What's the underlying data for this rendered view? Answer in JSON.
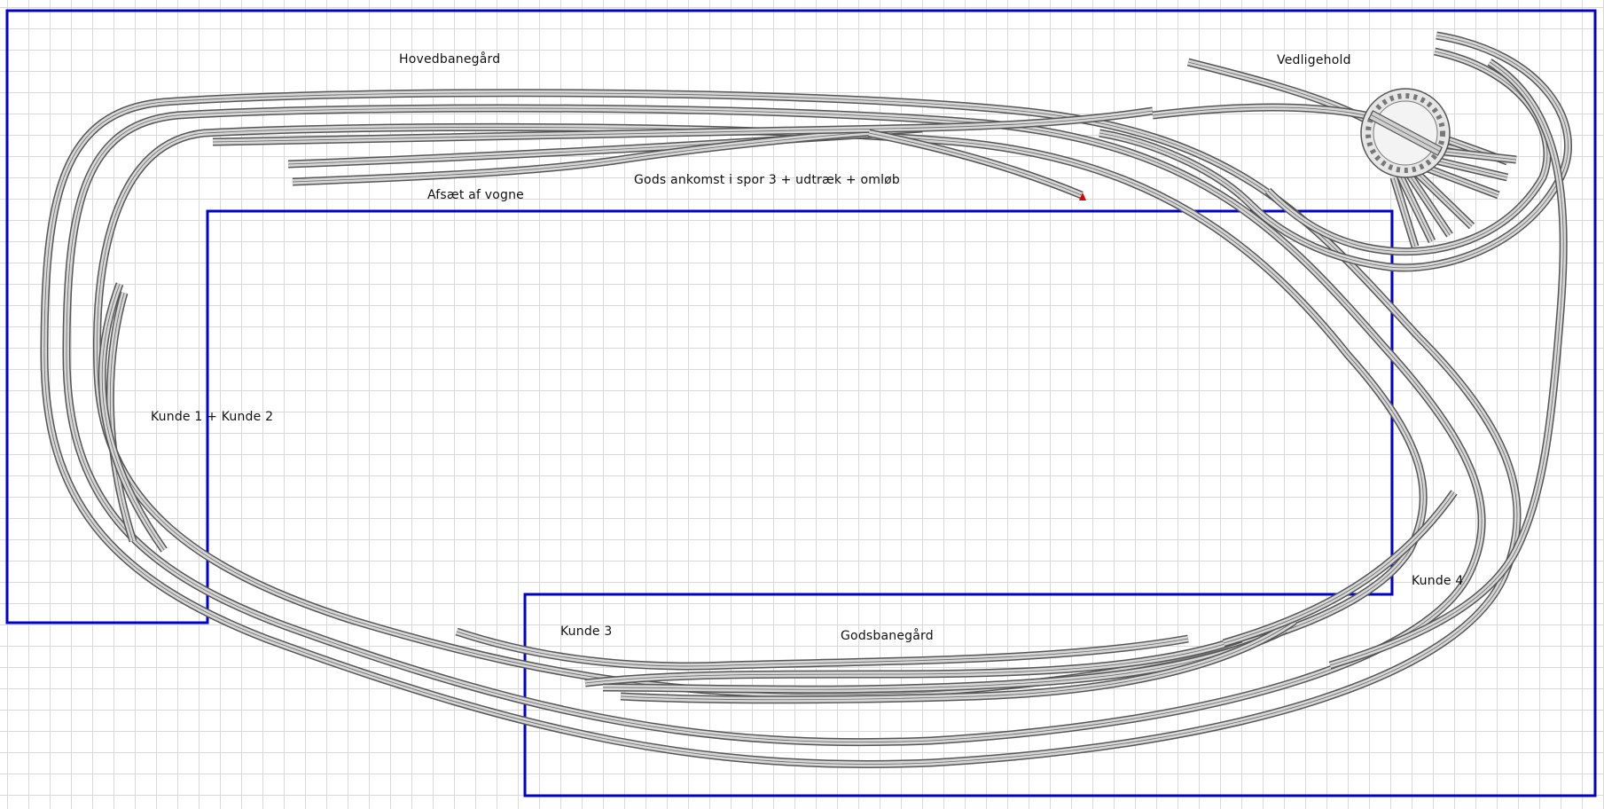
{
  "labels": {
    "hovedbanegaard": "Hovedbanegård",
    "vedligehold": "Vedligehold",
    "afsaet": "Afsæt af vogne",
    "gods_ankomst": "Gods ankomst i spor 3  + udtræk + omløb",
    "kunde12": "Kunde 1 + Kunde 2",
    "kunde3": "Kunde 3",
    "kunde4": "Kunde 4",
    "godsbanegaard": "Godsbanegård"
  },
  "colors": {
    "board_outline": "#0000cc",
    "rail": "#555555",
    "rail_fill": "#d6d6d6",
    "grid": "#d9d9d9",
    "marker": "#e00000"
  }
}
